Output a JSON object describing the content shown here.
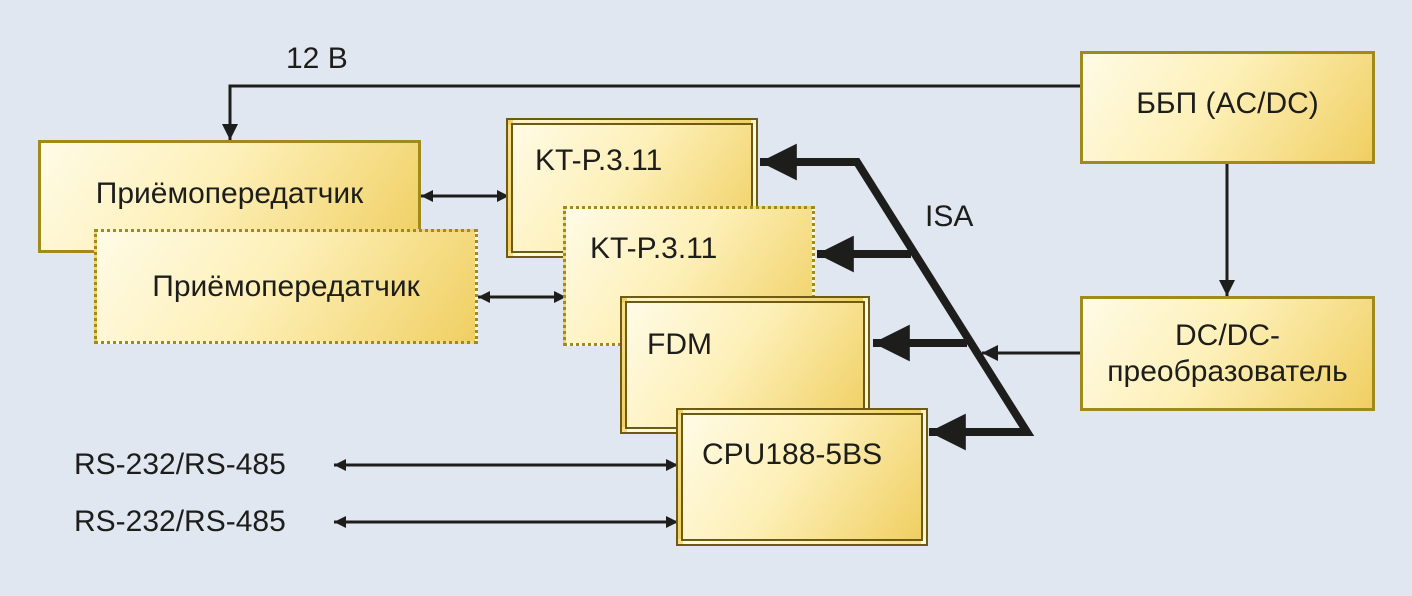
{
  "labels": {
    "power_12v": "12 В",
    "isa": "ISA",
    "rs1": "RS-232/RS-485",
    "rs2": "RS-232/RS-485"
  },
  "blocks": {
    "psu": "ББП (AC/DC)",
    "dcdc_line1": "DC/DC-",
    "dcdc_line2": "преобразователь",
    "transceiver1": "Приёмопередатчик",
    "transceiver2": "Приёмопередатчик",
    "ktp1": "KT-P.3.11",
    "ktp2": "KT-P.3.11",
    "fdm": "FDM",
    "cpu": "CPU188-5BS"
  },
  "colors": {
    "background": "#e1e7f0",
    "box_border": "#a08a1c",
    "line": "#1d1d1b"
  }
}
